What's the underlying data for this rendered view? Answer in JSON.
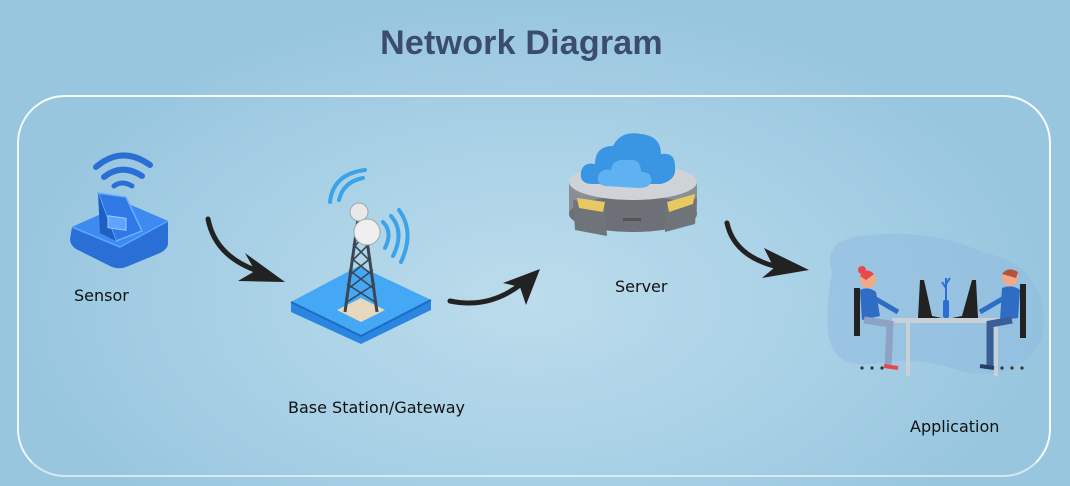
{
  "title": "Network Diagram",
  "nodes": [
    {
      "id": "sensor",
      "label": "Sensor",
      "icon": "sensor-icon"
    },
    {
      "id": "base-station",
      "label": "Base Station/Gateway",
      "icon": "cell-tower-icon"
    },
    {
      "id": "server",
      "label": "Server",
      "icon": "cloud-server-icon"
    },
    {
      "id": "application",
      "label": "Application",
      "icon": "people-at-desk-icon"
    }
  ],
  "edges": [
    {
      "from": "sensor",
      "to": "base-station"
    },
    {
      "from": "base-station",
      "to": "server"
    },
    {
      "from": "server",
      "to": "application"
    }
  ],
  "colors": {
    "title": "#3b4d6e",
    "background": "#a9d1e6",
    "frame": "#ffffff",
    "arrow": "#222222",
    "accent_blue": "#2f7be0"
  }
}
